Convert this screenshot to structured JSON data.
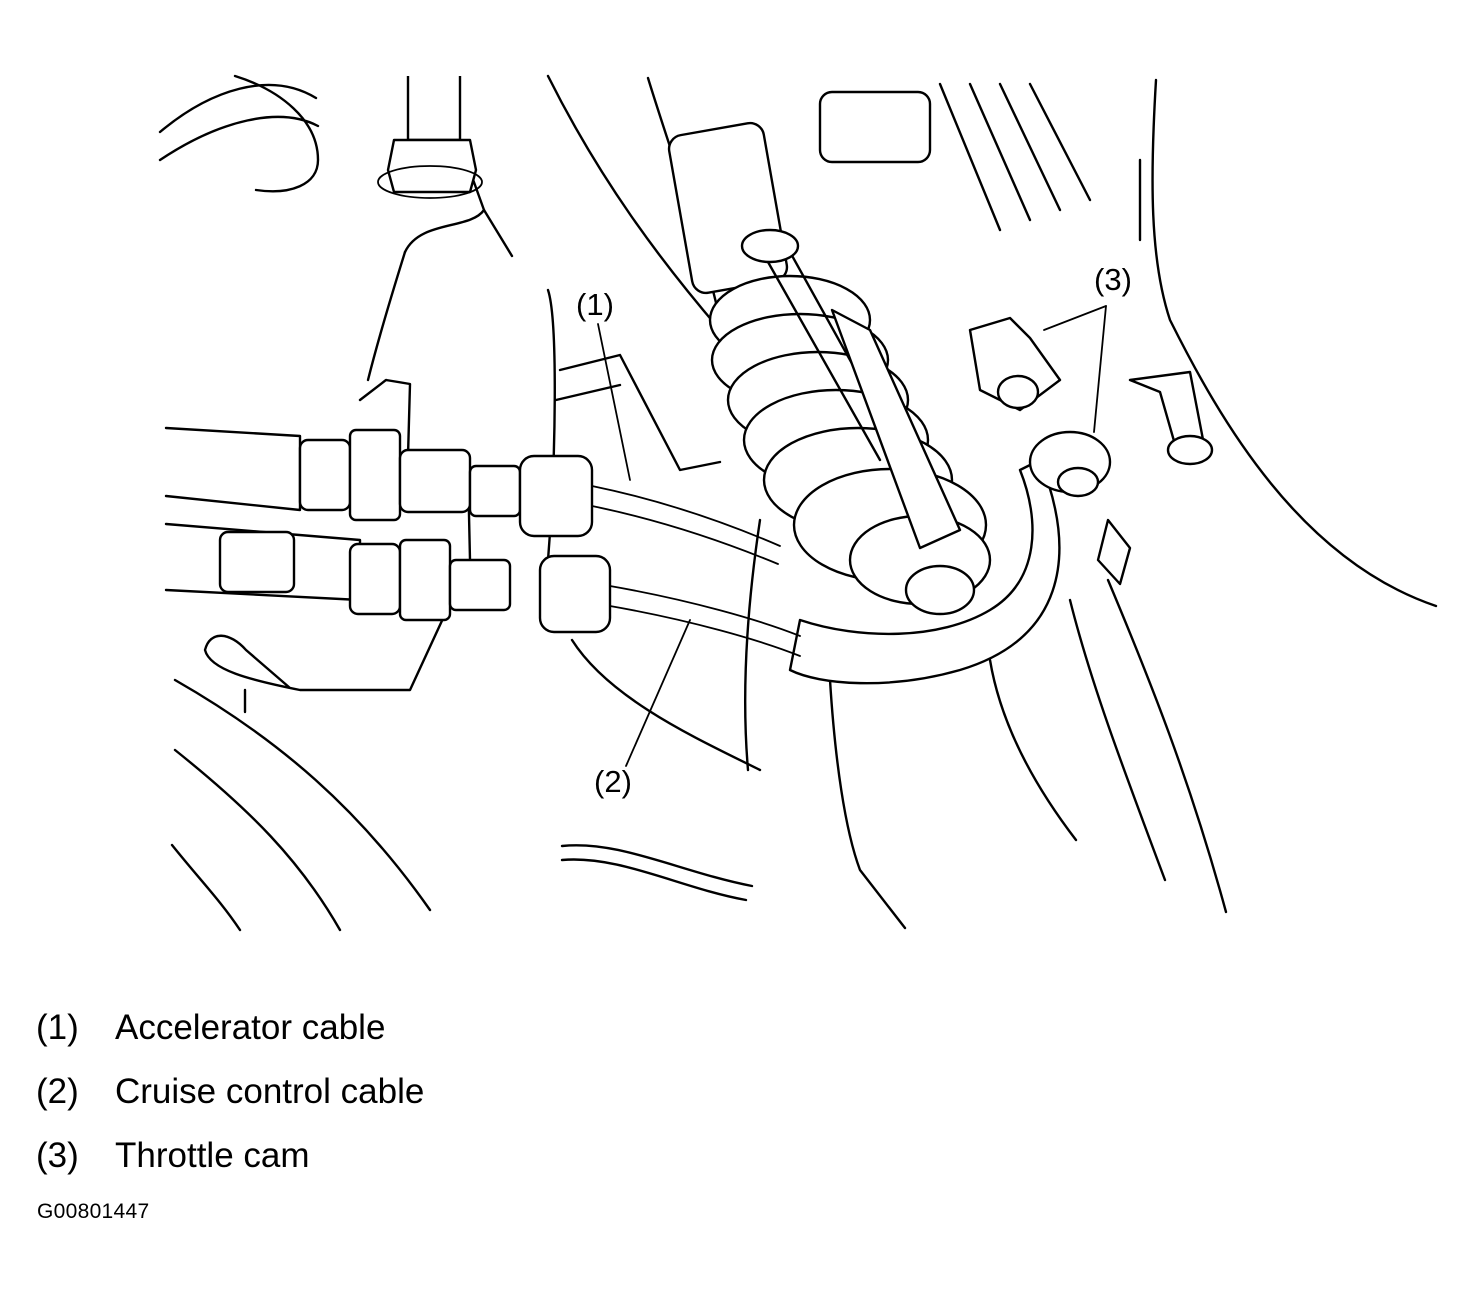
{
  "diagram": {
    "callouts": [
      {
        "number": "(1)"
      },
      {
        "number": "(2)"
      },
      {
        "number": "(3)"
      }
    ]
  },
  "legend": {
    "items": [
      {
        "number": "(1)",
        "label": "Accelerator cable"
      },
      {
        "number": "(2)",
        "label": "Cruise control cable"
      },
      {
        "number": "(3)",
        "label": "Throttle cam"
      }
    ]
  },
  "figure_code": "G00801447"
}
